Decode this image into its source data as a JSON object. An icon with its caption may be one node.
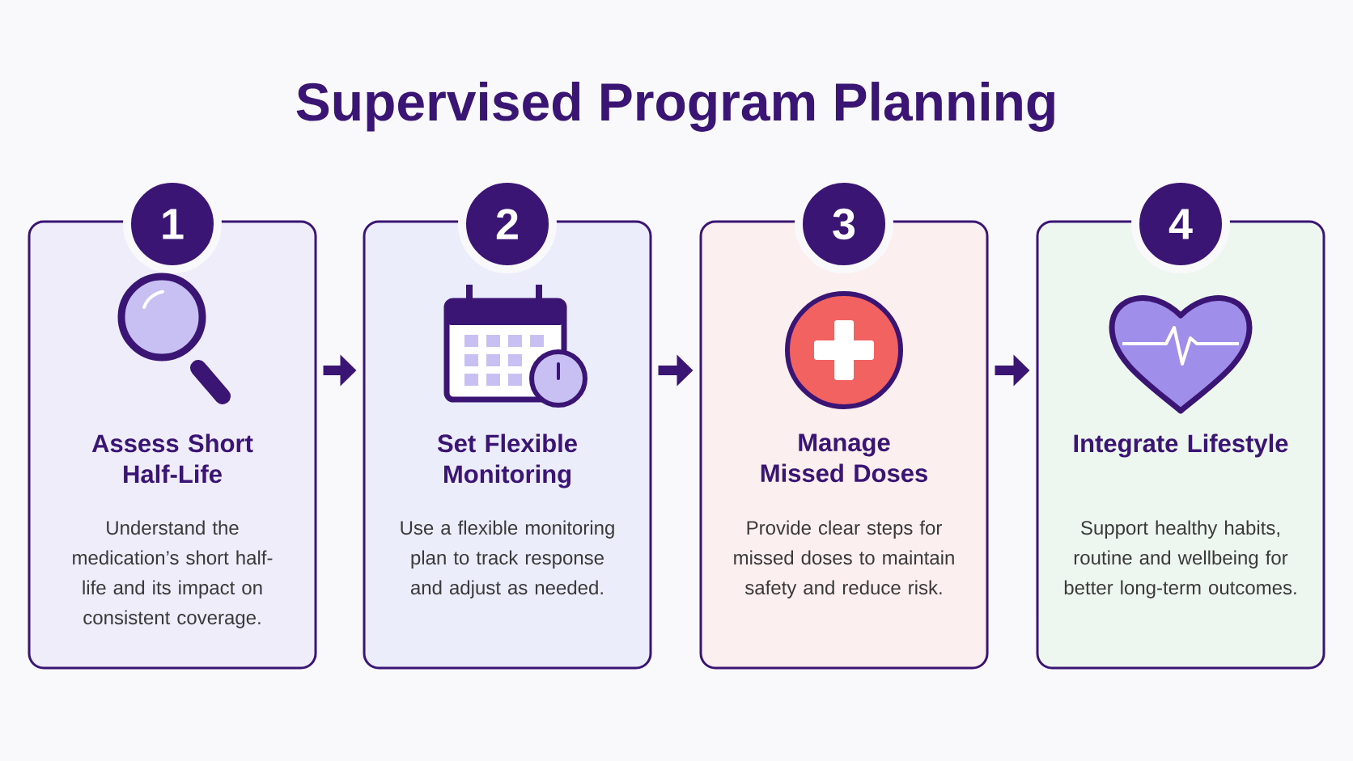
{
  "diagram": {
    "title": "Supervised Program Planning",
    "nodes": [
      {
        "text": [
          "1"
        ]
      },
      {
        "text": [
          "Assess Short Half-Life",
          "Understand the medication’s short half-life and its impact on consistent coverage."
        ]
      },
      {
        "text": [
          "2"
        ]
      },
      {
        "text": [
          "Set Flexible Monitoring",
          "Use a flexible monitoring plan to track response and adjust as needed."
        ]
      },
      {
        "text": [
          "3"
        ]
      },
      {
        "text": [
          "Manage Missed Doses",
          "Provide clear steps for missed doses to maintain safety and reduce risk."
        ]
      },
      {
        "text": [
          "4"
        ]
      },
      {
        "text": [
          "Integrate Lifestyle",
          "Support healthy habits, routine and wellbeing for better long-term outcomes."
        ]
      }
    ],
    "edges": [
      {
        "from": 1,
        "to": 3,
        "arrow": "to"
      },
      {
        "from": 3,
        "to": 5,
        "arrow": "to"
      },
      {
        "from": 5,
        "to": 7,
        "arrow": "to"
      }
    ]
  }
}
